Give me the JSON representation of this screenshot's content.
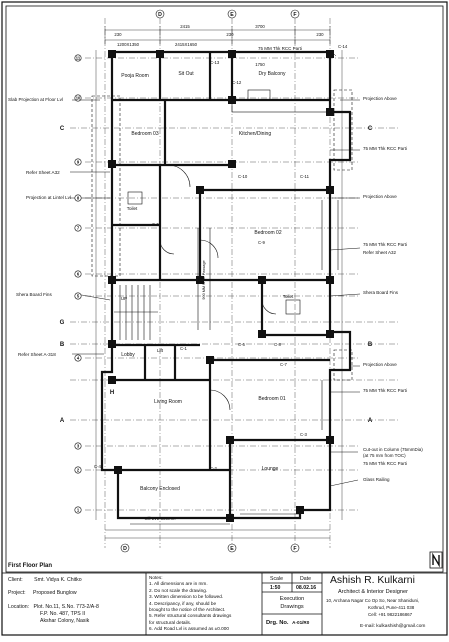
{
  "title_block": {
    "client_label": "Client:",
    "client_value": "Smt. Vidya K. Chitko",
    "project_label": "Project:",
    "project_value": "Proposed Bunglow",
    "location_label": "Location:",
    "location_lines": [
      "Plot. No.11, S.No. 773-2/A-8",
      "F.P. No. 487, TPS II",
      "Akshar Colony, Nasik"
    ],
    "notes_title": "Notes:",
    "notes": [
      "1. All dimensions are in mm.",
      "2. Do not scale the drawing.",
      "3. Written dimension to be followed.",
      "4. Descripancy, if any, should be",
      "brought to the notice of the Architect.",
      "5. Refer structural consultants drawings",
      "for structural details.",
      "6. Add Road Lvl is assumed as ±0.000"
    ],
    "scale_label": "Scale",
    "scale_value": "1:50",
    "date_label": "Date",
    "date_value": "08.02.16",
    "drawing_type_line1": "Execution",
    "drawing_type_line2": "Drawings",
    "drg_no_label": "Drg. No.",
    "drg_no_value": "A-01/R0",
    "firm_name": "Ashish R. Kulkarni",
    "firm_title": "Architect & Interior Designer",
    "address_line1": "10, Archana Nagar Co Op So, Near Shaniduni,",
    "address_line2": "Kothrud, Pune-411 038",
    "phone": "Cell: +91 9822186867",
    "email": "E-mail: kulkashish@gmail.com"
  },
  "drawing_title": "First Floor Plan",
  "north_symbol": "N",
  "grid_labels": {
    "top": [
      "D",
      "E",
      "F"
    ],
    "bottom": [
      "D",
      "E",
      "F"
    ],
    "left": [
      "C",
      "B",
      "G",
      "H",
      "A"
    ],
    "right": [
      "C",
      "B",
      "A"
    ],
    "left_numbers": [
      "11",
      "10",
      "9",
      "8",
      "7",
      "6",
      "5",
      "4",
      "3",
      "2",
      "1"
    ]
  },
  "dimensions_top": [
    "230",
    "2415",
    "230",
    "3700",
    "230",
    "1200X1350",
    "2415X1650",
    "1750"
  ],
  "rooms": [
    {
      "id": "pooja",
      "label": "Pooja Room"
    },
    {
      "id": "sitout",
      "label": "Sit Out"
    },
    {
      "id": "dry-balcony",
      "label": "Dry Balcony"
    },
    {
      "id": "bedroom03",
      "label": "Bedroom 03"
    },
    {
      "id": "kitchen",
      "label": "Kitchen/Dining"
    },
    {
      "id": "toilet1",
      "label": "Toilet"
    },
    {
      "id": "bedroom02",
      "label": "Bedroom 02"
    },
    {
      "id": "toilet2",
      "label": "Toilet"
    },
    {
      "id": "passage",
      "label": "900 MM Wide Passage"
    },
    {
      "id": "up",
      "label": "UP"
    },
    {
      "id": "lobby",
      "label": "Lobby"
    },
    {
      "id": "lift",
      "label": "Lift"
    },
    {
      "id": "living",
      "label": "Living Room"
    },
    {
      "id": "bedroom01",
      "label": "Bedroom 01"
    },
    {
      "id": "lounge",
      "label": "Lounge"
    },
    {
      "id": "balcony",
      "label": "Balcony Enclosed"
    },
    {
      "id": "sill",
      "label": "Sill LVL 300mm"
    }
  ],
  "annotations_left": [
    "Slab Projection at Floor Lvl",
    "Refer Sheet A32",
    "Projection at Lintel Lvl",
    "Shera Board Fins",
    "Refer Sheet A-318"
  ],
  "annotations_right": [
    "Projection Above",
    "75 MM Thk RCC Parti",
    "Projection Above",
    "75 MM Thk RCC Parti",
    "Refer Sheet A32",
    "Shera Board Fins",
    "Projection Above",
    "75 MM Thk RCC Parti",
    "Cut-out in Column (75mmDia)",
    "(at 75 mm from TOC)",
    "75 MM Thk RCC Parti",
    "Glass Railing"
  ],
  "annotation_top": "75 MM Thk RCC Parti",
  "columns": [
    "C-14",
    "C-13",
    "C-12",
    "C-10",
    "C-11",
    "C-9",
    "C-8",
    "C-7",
    "C-6",
    "C-5",
    "C-4",
    "C-3",
    "C-2",
    "C-1"
  ],
  "colors": {
    "line": "#111111",
    "grid": "#333333",
    "hatch": "#555555"
  }
}
